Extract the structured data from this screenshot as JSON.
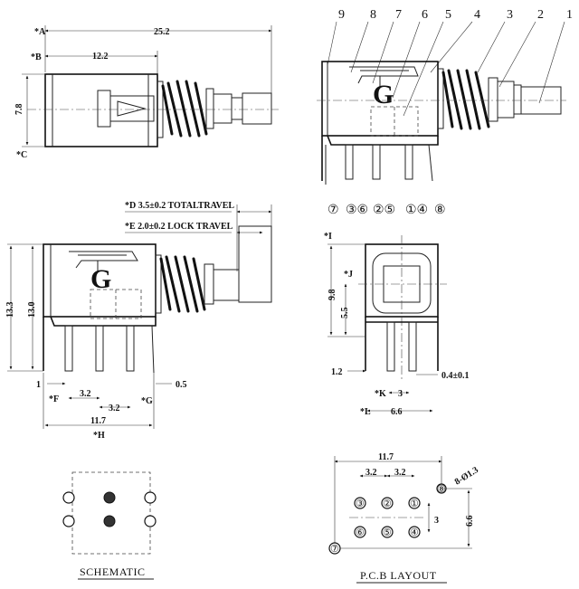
{
  "top_left_view": {
    "dims": {
      "overall": "25.2",
      "body": "12.2",
      "height": "7.8"
    },
    "refs": {
      "a": "*A",
      "b": "*B",
      "c": "*C"
    }
  },
  "top_right_view": {
    "callouts": [
      "9",
      "8",
      "7",
      "6",
      "5",
      "4",
      "3",
      "2",
      "1"
    ],
    "pins": [
      "⑦",
      "③⑥",
      "②⑤",
      "①④",
      "⑧"
    ],
    "mark": "G"
  },
  "side_view": {
    "travel_total": "*D 3.5±0.2 TOTALTRAVEL",
    "travel_lock": "*E 2.0±0.2 LOCK TRAVEL",
    "dims": {
      "h1": "13.3",
      "h2": "13.0",
      "d1": "1",
      "p1": "3.2",
      "p2": "3.2",
      "w": "0.5",
      "total": "11.7"
    },
    "refs": {
      "f": "*F",
      "g": "*G",
      "h": "*H"
    },
    "mark": "G"
  },
  "front_view": {
    "dims": {
      "h": "9.8",
      "mid": "5.5",
      "w": "1.2",
      "pitch": "3",
      "pin_w": "0.4±0.1",
      "span": "6.6"
    },
    "refs": {
      "i": "*I",
      "j": "*J",
      "k": "*K",
      "l": "*L"
    }
  },
  "schematic": {
    "title": "SCHEMATIC"
  },
  "pcb_layout": {
    "title": "P.C.B LAYOUT",
    "dims": {
      "overall": "11.7",
      "pitch_a": "3.2",
      "pitch_b": "3.2",
      "hole": "8-Ø1.3",
      "row": "3",
      "span": "6.6"
    },
    "holes": [
      "⑧",
      "③",
      "②",
      "①",
      "⑥",
      "⑤",
      "④",
      "⑦"
    ]
  }
}
